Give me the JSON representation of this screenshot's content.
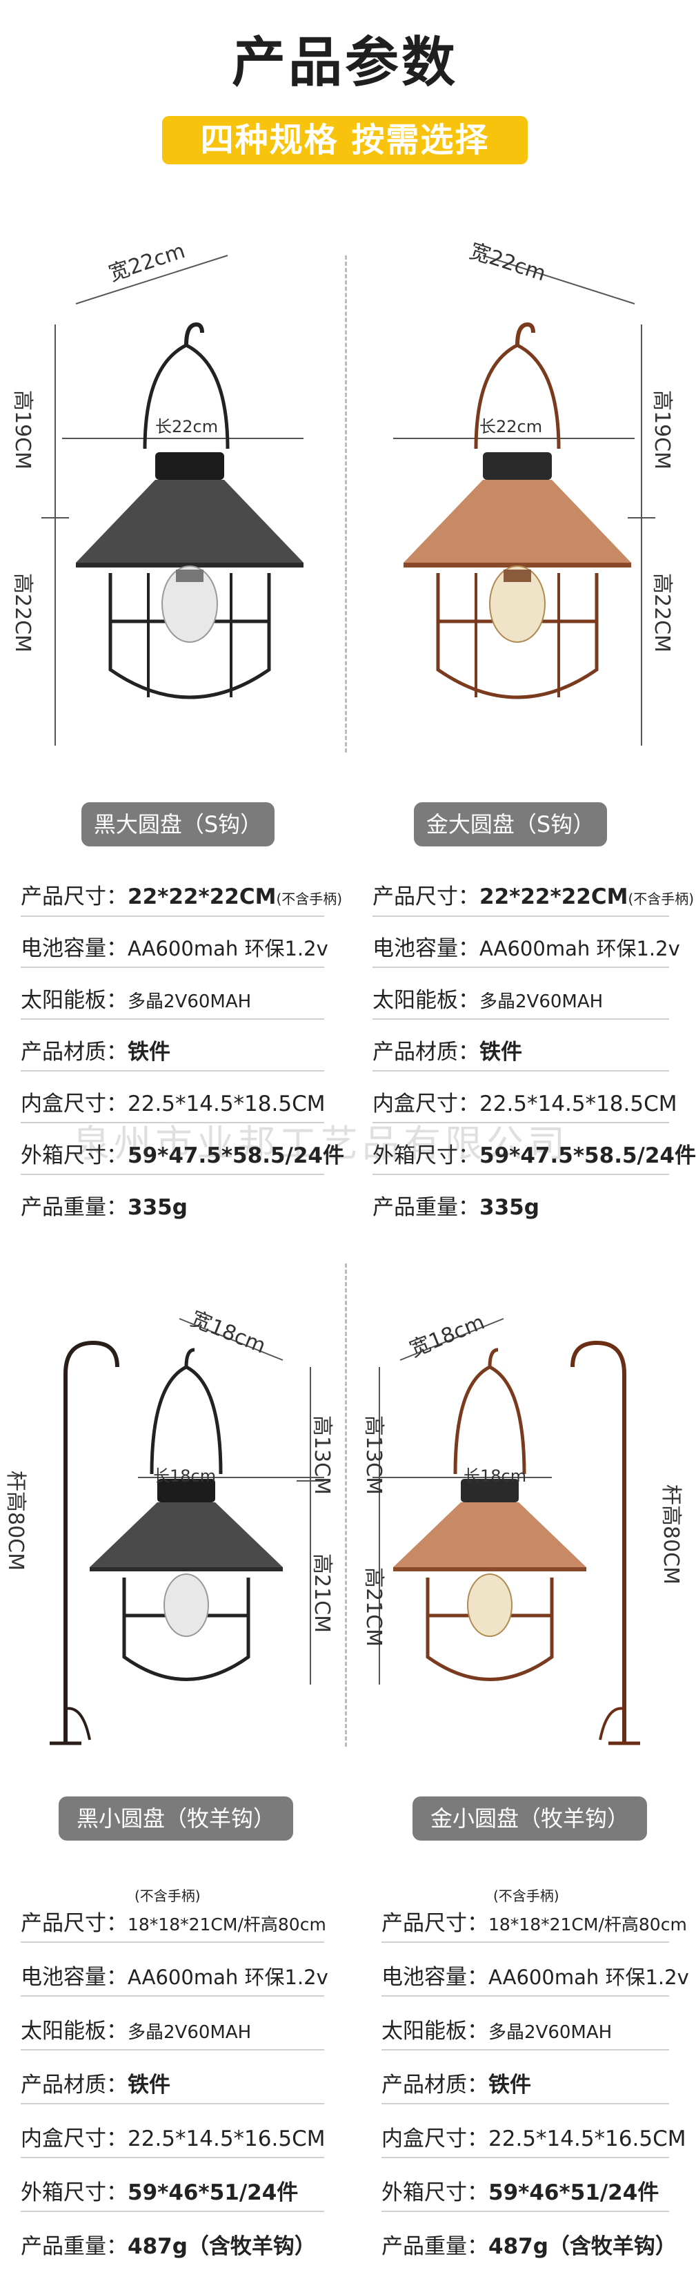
{
  "page": {
    "title": "产品参数",
    "banner": "四种规格 按需选择",
    "watermark": "泉州市业邦工艺品有限公司"
  },
  "products": [
    {
      "name": "黑大圆盘（S钩）",
      "color": "black",
      "dims": {
        "width": "宽22cm",
        "length": "长22cm",
        "height_top": "高19CM",
        "height_bottom": "高22CM"
      },
      "specs": {
        "size_label": "产品尺寸：",
        "size_value": "22*22*22CM",
        "size_note": "(不含手柄)",
        "battery_label": "电池容量：",
        "battery_value": "AA600mah 环保1.2v",
        "solar_label": "太阳能板：",
        "solar_value": "多晶2V60MAH",
        "material_label": "产品材质：",
        "material_value": "铁件",
        "inner_label": "内盒尺寸：",
        "inner_value": "22.5*14.5*18.5CM",
        "outer_label": "外箱尺寸：",
        "outer_value": "59*47.5*58.5/24件",
        "weight_label": "产品重量：",
        "weight_value": "335g"
      }
    },
    {
      "name": "金大圆盘（S钩）",
      "color": "copper",
      "dims": {
        "width": "宽22cm",
        "length": "长22cm",
        "height_top": "高19CM",
        "height_bottom": "高22CM"
      },
      "specs": {
        "size_label": "产品尺寸：",
        "size_value": "22*22*22CM",
        "size_note": "(不含手柄)",
        "battery_label": "电池容量：",
        "battery_value": "AA600mah 环保1.2v",
        "solar_label": "太阳能板：",
        "solar_value": "多晶2V60MAH",
        "material_label": "产品材质：",
        "material_value": "铁件",
        "inner_label": "内盒尺寸：",
        "inner_value": "22.5*14.5*18.5CM",
        "outer_label": "外箱尺寸：",
        "outer_value": "59*47.5*58.5/24件",
        "weight_label": "产品重量：",
        "weight_value": "335g"
      }
    },
    {
      "name": "黑小圆盘（牧羊钩）",
      "color": "black",
      "dims": {
        "width": "宽18cm",
        "length": "长18cm",
        "height_top": "高13CM",
        "height_bottom": "高21CM",
        "pole": "杆高80CM"
      },
      "specs": {
        "size_label": "产品尺寸：",
        "size_value": "18*18*21CM/杆高80cm",
        "size_note": "(不含手柄)",
        "battery_label": "电池容量：",
        "battery_value": "AA600mah 环保1.2v",
        "solar_label": "太阳能板：",
        "solar_value": "多晶2V60MAH",
        "material_label": "产品材质：",
        "material_value": "铁件",
        "inner_label": "内盒尺寸：",
        "inner_value": "22.5*14.5*16.5CM",
        "outer_label": "外箱尺寸：",
        "outer_value": "59*46*51/24件",
        "weight_label": "产品重量：",
        "weight_value": "487g（含牧羊钩）"
      }
    },
    {
      "name": "金小圆盘（牧羊钩）",
      "color": "copper",
      "dims": {
        "width": "宽18cm",
        "length": "长18cm",
        "height_top": "高13CM",
        "height_bottom": "高21CM",
        "pole": "杆高80CM"
      },
      "specs": {
        "size_label": "产品尺寸：",
        "size_value": "18*18*21CM/杆高80cm",
        "size_note": "(不含手柄)",
        "battery_label": "电池容量：",
        "battery_value": "AA600mah 环保1.2v",
        "solar_label": "太阳能板：",
        "solar_value": "多晶2V60MAH",
        "material_label": "产品材质：",
        "material_value": "铁件",
        "inner_label": "内盒尺寸：",
        "inner_value": "22.5*14.5*16.5CM",
        "outer_label": "外箱尺寸：",
        "outer_value": "59*46*51/24件",
        "weight_label": "产品重量：",
        "weight_value": "487g（含牧羊钩）"
      }
    }
  ],
  "colors": {
    "accent": "#f7c30d",
    "pill": "#7b7b7b",
    "black_lamp": "#3a3a3a",
    "copper_lamp": "#b87333"
  }
}
